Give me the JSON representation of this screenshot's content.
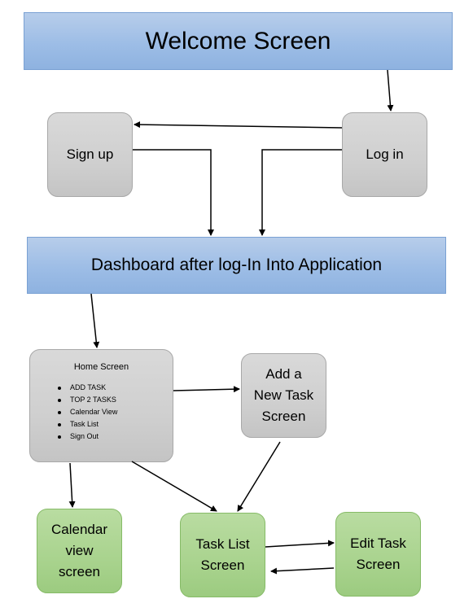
{
  "nodes": {
    "welcome": "Welcome Screen",
    "signup": "Sign up",
    "login": "Log in",
    "dashboard": "Dashboard after log-In Into Application",
    "home": {
      "title": "Home Screen",
      "items": [
        "ADD TASK",
        "TOP 2 TASKS",
        "Calendar View",
        "Task List",
        "Sign Out"
      ]
    },
    "add_task": [
      "Add a",
      "New Task",
      "Screen"
    ],
    "calendar": [
      "Calendar",
      "view",
      "screen"
    ],
    "task_list": [
      "Task List",
      "Screen"
    ],
    "edit_task": [
      "Edit Task",
      "Screen"
    ]
  },
  "colors": {
    "blue_bar": "#9dbde6",
    "gray_box": "#cfcfcf",
    "green_box": "#a9d38e",
    "arrow": "#000000"
  }
}
